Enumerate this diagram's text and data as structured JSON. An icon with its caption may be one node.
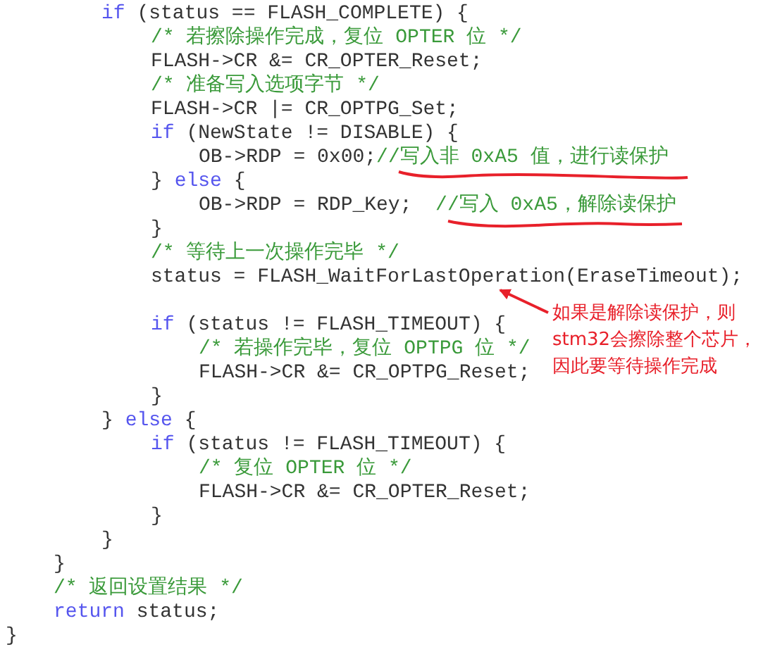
{
  "diagram": {
    "nodes": [
      {
        "text": [
          "如果是解除读保护，则stm32会擦除整个芯片，因此要等待操作完成"
        ]
      },
      {
        "text": [
          "status = FLASH_WaitForLastOperation(EraseTimeout);"
        ]
      }
    ],
    "edges": [
      {
        "from": 0,
        "to": 1,
        "arrow": "to"
      }
    ],
    "labels": [
      "if (status == FLASH_COMPLETE) {",
      "/* 若擦除操作完成，复位 OPTER 位 */",
      "FLASH->CR &= CR_OPTER_Reset;",
      "/* 准备写入选项字节 */",
      "FLASH->CR |= CR_OPTPG_Set;",
      "if (NewState != DISABLE) {",
      "OB->RDP = 0x00;//写入非 0xA5 值，进行读保护",
      "} else {",
      "OB->RDP = RDP_Key;  //写入 0xA5，解除读保护",
      "}",
      "/* 等待上一次操作完毕 */",
      "if (status != FLASH_TIMEOUT) {",
      "/* 若操作完毕，复位 OPTPG 位 */",
      "FLASH->CR &= CR_OPTPG_Reset;",
      "}",
      "} else {",
      "if (status != FLASH_TIMEOUT) {",
      "/* 复位 OPTER 位 */",
      "FLASH->CR &= CR_OPTER_Reset;",
      "}",
      "}",
      "}",
      "/* 返回设置结果 */",
      "return status;",
      "}"
    ]
  }
}
